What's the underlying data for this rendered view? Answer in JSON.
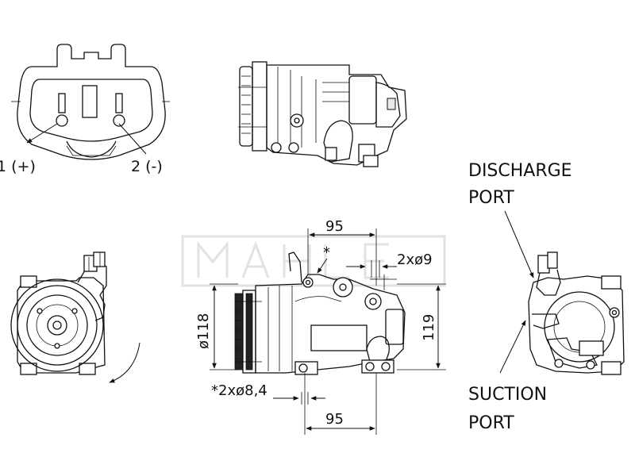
{
  "connector": {
    "pin1_label": "1 (+)",
    "pin2_label": "2 (-)"
  },
  "dimensions": {
    "top_width": "95",
    "bolt_note": "*",
    "top_holes": "2xø9",
    "diameter": "ø118",
    "height": "119",
    "bottom_holes": "*2xø8,4",
    "bottom_width": "95"
  },
  "ports": {
    "discharge_line1": "DISCHARGE",
    "discharge_line2": "PORT",
    "suction_line1": "SUCTION",
    "suction_line2": "PORT"
  },
  "watermark": "MAHLE"
}
